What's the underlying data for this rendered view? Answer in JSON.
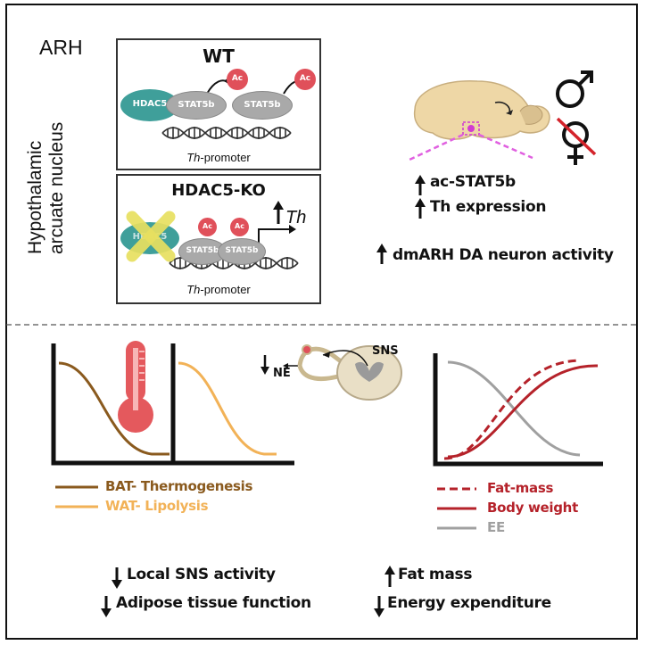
{
  "region_label": "ARH",
  "vertical_label_line1": "Hypothalamic",
  "vertical_label_line2": "arcuate nucleus",
  "wt_panel": {
    "title": "WT",
    "hdac5": "HDAC5",
    "stat5b_1": "STAT5b",
    "stat5b_2": "STAT5b",
    "ac_1": "Ac",
    "ac_2": "Ac",
    "promoter_italic": "Th",
    "promoter_suffix": "-promoter"
  },
  "ko_panel": {
    "title": "HDAC5-KO",
    "hdac5": "HDAC5",
    "stat5b_1": "STAT5b",
    "stat5b_2": "STAT5b",
    "ac_1": "Ac",
    "ac_2": "Ac",
    "gene": "Th",
    "promoter_italic": "Th",
    "promoter_suffix": "-promoter"
  },
  "outcomes_top": {
    "line1": "ac-STAT5b",
    "line2": "Th expression",
    "line3": "dmARH DA neuron activity"
  },
  "sns_label": "SNS",
  "ne_label": "NE",
  "legend_left": {
    "bat": "BAT- Thermogenesis",
    "wat": "WAT- Lipolysis"
  },
  "legend_right": {
    "fat": "Fat-mass",
    "bw": "Body weight",
    "ee": "EE"
  },
  "outcomes_bottom_left": {
    "line1": "Local SNS activity",
    "line2": "Adipose tissue function"
  },
  "outcomes_bottom_right": {
    "line1": "Fat mass",
    "line2": "Energy expenditure"
  },
  "colors": {
    "bat": "#8a5a1e",
    "wat": "#f2b257",
    "bw": "#b5222a",
    "ee": "#a0a0a0",
    "hdac5": "#3f9f9a",
    "stat5b": "#a9a9a9",
    "ac": "#e0505a"
  }
}
